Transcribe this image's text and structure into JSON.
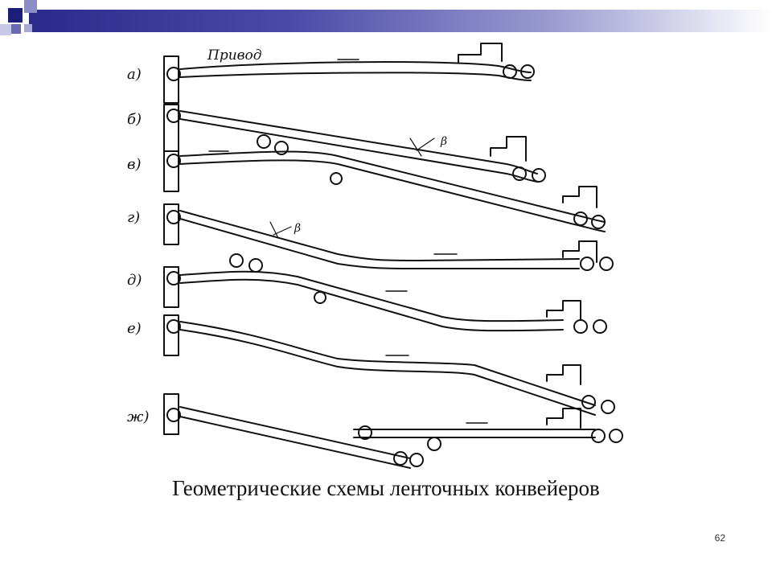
{
  "slide": {
    "caption": "Геометрические схемы ленточных конвейеров",
    "page_number": "62"
  },
  "diagram": {
    "drive_label": "Привод",
    "angle_label": "β",
    "rows": [
      {
        "label": "а)"
      },
      {
        "label": "б)"
      },
      {
        "label": "в)"
      },
      {
        "label": "г)"
      },
      {
        "label": "д)"
      },
      {
        "label": "е)"
      },
      {
        "label": "ж)"
      }
    ]
  },
  "colors": {
    "header_dark": "#2a2a8a",
    "header_light": "#9a9ad0",
    "ink": "#111111"
  }
}
